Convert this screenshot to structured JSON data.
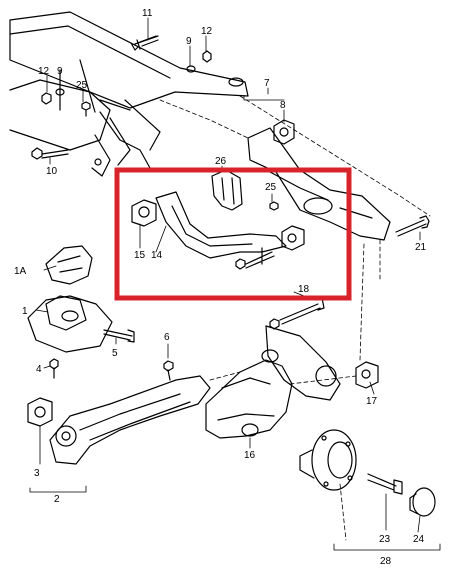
{
  "colors": {
    "line": "#000000",
    "highlight": "#d9232a",
    "background": "#ffffff"
  },
  "highlight_box": {
    "label": "highlighted-parts-14-15"
  },
  "callouts": {
    "c11": "11",
    "c9": "9",
    "c12a": "12",
    "c12b": "12",
    "c9b": "9",
    "c25a": "25",
    "c10": "10",
    "c7": "7",
    "c8": "8",
    "c26": "26",
    "c25b": "25",
    "c15": "15",
    "c14": "14",
    "c21": "21",
    "c1A": "1A",
    "c1": "1",
    "c4": "4",
    "c5": "5",
    "c18": "18",
    "c6": "6",
    "c17": "17",
    "c3": "3",
    "c2": "2",
    "c16": "16",
    "c23": "23",
    "c24": "24",
    "c28": "28"
  }
}
